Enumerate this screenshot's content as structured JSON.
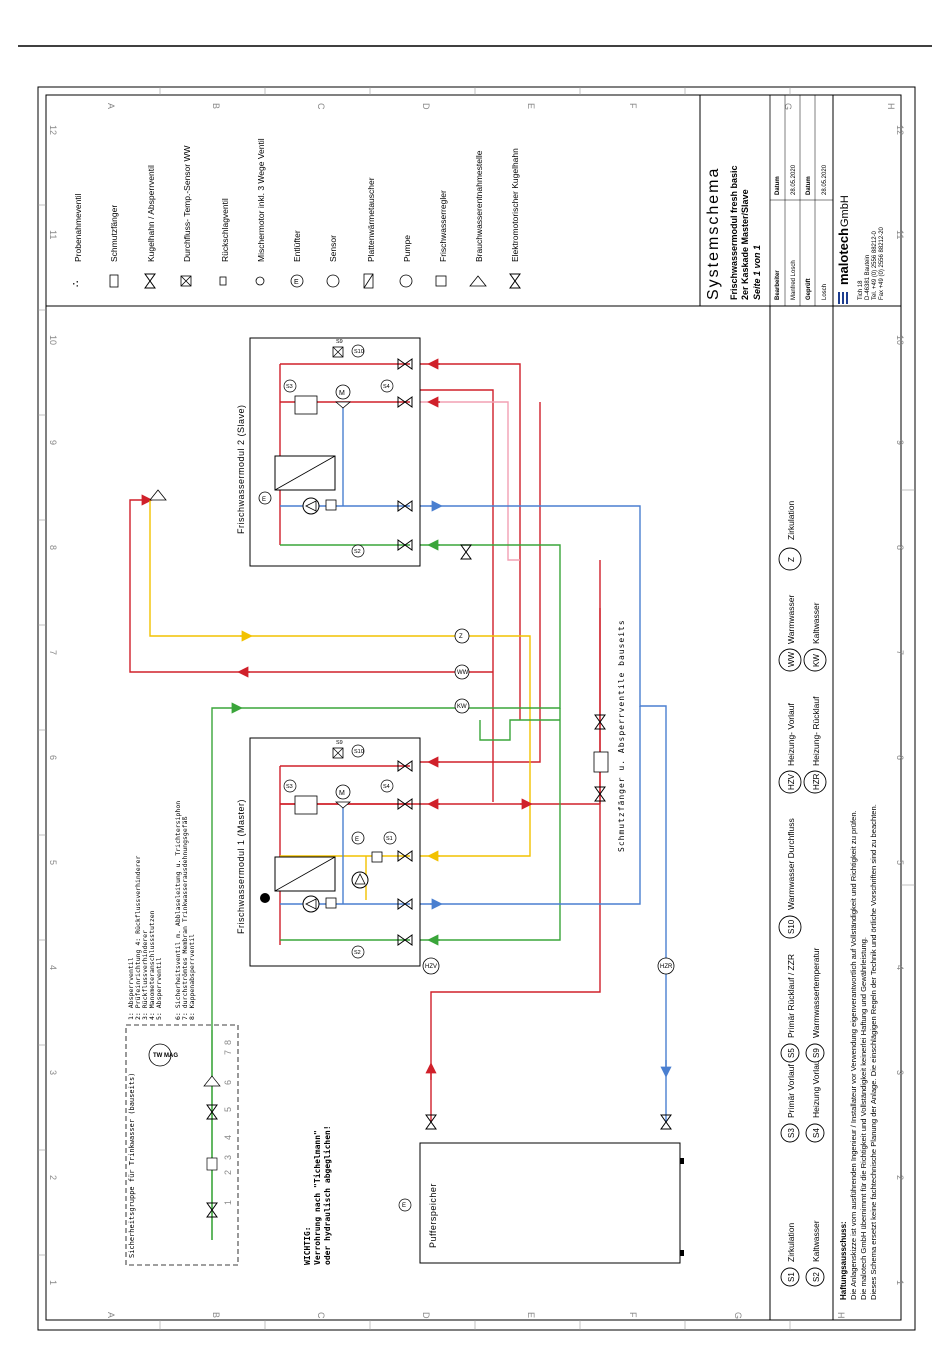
{
  "title_block": {
    "system_label": "Systemschema",
    "product": "Frischwassermodul fresh basic",
    "variant": "2er Kaskade Master/Slave",
    "page": "Seite 1 von 1",
    "editor_label": "Bearbeiter",
    "editor_name": "Manfred Losch",
    "date_label": "Datum",
    "date1": "28.05.2020",
    "checked_label": "Geprüft",
    "checked_name": "Losch",
    "date2_label": "Datum",
    "date2": "28.05.2020",
    "company": "malotech",
    "company_suffix": "GmbH",
    "address1": "Tich 18",
    "address2": "D-46381 Bautein",
    "phone": "Tel. +49 (0) 2556 88212-0",
    "fax": "Fax +49 (0) 2556 88212-20"
  },
  "legend": [
    "Probenahmeventil",
    "Schmutzfänger",
    "Kugelhahn / Absperrventil",
    "Durchfluss- Temp.-Sensor WW",
    "Rückschlagventil",
    "Mischermotor inkl. 3 Wege Ventil",
    "Entlüfter",
    "Sensor",
    "Plattenwärmetauscher",
    "Pumpe",
    "Frischwasserregler",
    "Brauchwasserentnahmestelle",
    "Elektromotorischer Kugelhahn"
  ],
  "modules": {
    "master": "Frischwassermodul 1 (Master)",
    "slave": "Frischwassermodul 2 (Slave)"
  },
  "buffer": "Pufferspeicher",
  "strainer_note": "Schmutzfänger u. Absperrventile bauseits",
  "safety_group": {
    "title": "Sicherheitsgruppe für Trinkwasser (bauseits)",
    "items": [
      "1: Absperrventil",
      "2: Prüfeinrichtung 4: Rückflussverhinderer",
      "3: Rückflussverhinderer",
      "4: Manometeranschlussstutzen",
      "5: Absperrventil",
      "6: Sicherheitsventil m. Abblaseleitung u. Trichtersiphon",
      "7: durchströmtes Membran Trinkwasserausdehnungsgefäß",
      "8: Kappenabsperrventil"
    ],
    "tank_label": "TW MAG"
  },
  "warning": {
    "line1": "WICHTIG:",
    "line2": "Verrohrung nach \"Tichelmann\"",
    "line3": "oder hydraulisch abgeglichen!"
  },
  "abbreviations": [
    {
      "code": "S1",
      "text": "Zirkulation"
    },
    {
      "code": "S2",
      "text": "Kaltwasser"
    },
    {
      "code": "S3",
      "text": "Primär Vorlauf"
    },
    {
      "code": "S4",
      "text": "Heizung Vorlauf"
    },
    {
      "code": "S5",
      "text": "Primär Rücklauf / ZZR"
    },
    {
      "code": "S9",
      "text": "Warmwassertemperatur"
    },
    {
      "code": "S10",
      "text": "Warmwasser Durchfluss"
    },
    {
      "code": "HZV",
      "text": "Heizung- Vorlauf"
    },
    {
      "code": "HZR",
      "text": "Heizung- Rücklauf"
    },
    {
      "code": "WW",
      "text": "Warmwasser"
    },
    {
      "code": "KW",
      "text": "Kaltwasser"
    },
    {
      "code": "Z",
      "text": "Zirkulation"
    }
  ],
  "disclaimer": {
    "title": "Haftungsausschuss:",
    "line1": "Die Anlagenskizze ist vom ausführenden Ingenieur / Installateur vor Verwendung eigenverantwortlich auf Vollständigkeit und Richtigkeit zu prüfen.",
    "line2": "Die malotech GmbH übernimmt für die Richtigkeit und Vollständigkeit keinerlei Haftung und Gewährleistung.",
    "line3": "Dieses Schema ersetzt keine fachtechnische Planung der Anlage. Die einschlägigen Regeln der Technik und örtliche Vorschriften sind zu beachten."
  },
  "grid_letters": [
    "A",
    "B",
    "C",
    "D",
    "E",
    "F",
    "G",
    "H"
  ],
  "grid_numbers": [
    "1",
    "2",
    "3",
    "4",
    "5",
    "6",
    "7",
    "8",
    "9",
    "10",
    "11",
    "12"
  ],
  "pipe_labels": {
    "z": "Z",
    "ww": "WW",
    "kw": "KW",
    "hzv": "HZV",
    "hzr": "HZR",
    "e": "E"
  },
  "sensor_labels": {
    "s1": "S1",
    "s2": "S2",
    "s3": "S3",
    "s4": "S4",
    "s9": "S9",
    "s10": "S10"
  },
  "numbers_1_8": [
    "1",
    "2",
    "3",
    "4",
    "5",
    "6",
    "7",
    "8"
  ],
  "colors": {
    "hot": "#d0202a",
    "hot_light": "#f08080",
    "cold": "#3aa53a",
    "circ": "#f2c200",
    "return_blue": "#4a7fd0",
    "pink": "#f2a0b4"
  }
}
